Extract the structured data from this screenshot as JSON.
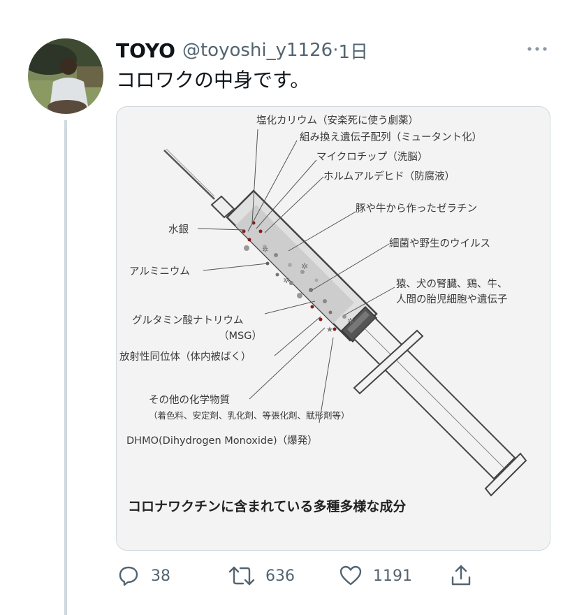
{
  "tweet": {
    "author_name": "TOYO",
    "handle": "@toyoshi_y1126",
    "separator": "·",
    "time": "1日",
    "text": "コロワクの中身です。"
  },
  "image": {
    "labels": {
      "l1": "塩化カリウム（安楽死に使う劇薬）",
      "l2": "組み換え遺伝子配列（ミュータント化）",
      "l3": "マイクロチップ（洗脳）",
      "l4": "ホルムアルデヒド（防腐液）",
      "l5": "豚や牛から作ったゼラチン",
      "l6": "細菌や野生のウイルス",
      "l7a": "猿、犬の腎臓、鶏、牛、",
      "l7b": "人間の胎児細胞や遺伝子",
      "left1": "水銀",
      "left2": "アルミニウム",
      "left3": "グルタミン酸ナトリウム",
      "left3b": "（MSG）",
      "left4": "放射性同位体（体内被ばく）",
      "left5": "その他の化学物質",
      "left5b": "（着色料、安定剤、乳化剤、等張化剤、賦形剤等）",
      "left6": "DHMO(Dihydrogen Monoxide)（爆発）",
      "caption": "コロナワクチンに含まれている多種多様な成分"
    }
  },
  "actions": {
    "reply_count": "38",
    "retweet_count": "636",
    "like_count": "1191"
  },
  "icons": {
    "reply": "reply-icon",
    "retweet": "retweet-icon",
    "like": "heart-icon",
    "share": "share-icon",
    "more": "more-icon"
  },
  "colors": {
    "secondary_text": "#536471",
    "thread_line": "#cfd9de"
  }
}
